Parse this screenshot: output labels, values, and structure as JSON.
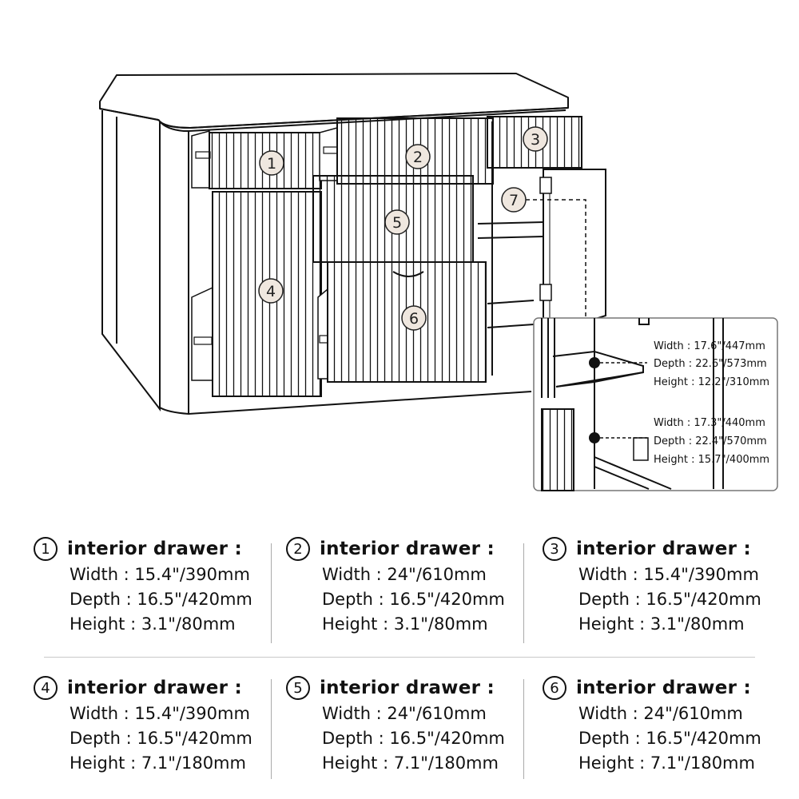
{
  "badges": [
    "1",
    "2",
    "3",
    "4",
    "5",
    "6",
    "7"
  ],
  "inset": {
    "upper": {
      "width": "Width : 17.6\"/447mm",
      "depth": "Depth : 22.6\"/573mm",
      "height": "Height : 12.2\"/310mm"
    },
    "lower": {
      "width": "Width : 17.3\"/440mm",
      "depth": "Depth : 22.4\"/570mm",
      "height": "Height : 15.7\"/400mm"
    }
  },
  "specs": [
    {
      "number": "1",
      "title": "interior drawer :",
      "width": "Width : 15.4\"/390mm",
      "depth": "Depth : 16.5\"/420mm",
      "height": "Height : 3.1\"/80mm"
    },
    {
      "number": "2",
      "title": "interior drawer :",
      "width": "Width : 24\"/610mm",
      "depth": "Depth : 16.5\"/420mm",
      "height": "Height : 3.1\"/80mm"
    },
    {
      "number": "3",
      "title": "interior drawer :",
      "width": "Width : 15.4\"/390mm",
      "depth": "Depth : 16.5\"/420mm",
      "height": "Height : 3.1\"/80mm"
    },
    {
      "number": "4",
      "title": "interior drawer :",
      "width": "Width : 15.4\"/390mm",
      "depth": "Depth : 16.5\"/420mm",
      "height": "Height : 7.1\"/180mm"
    },
    {
      "number": "5",
      "title": "interior drawer :",
      "width": "Width : 24\"/610mm",
      "depth": "Depth : 16.5\"/420mm",
      "height": "Height : 7.1\"/180mm"
    },
    {
      "number": "6",
      "title": "interior drawer :",
      "width": "Width : 24\"/610mm",
      "depth": "Depth : 16.5\"/420mm",
      "height": "Height : 7.1\"/180mm"
    }
  ]
}
